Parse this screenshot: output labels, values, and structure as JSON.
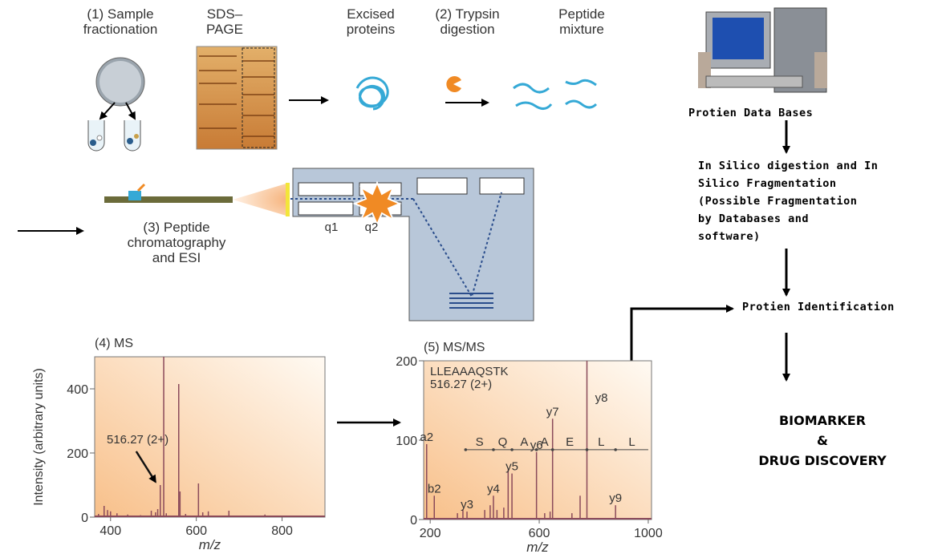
{
  "steps": {
    "sample_fractionation": [
      "(1) Sample",
      "fractionation"
    ],
    "sds_page": [
      "SDS–",
      "PAGE"
    ],
    "excised_proteins": [
      "Excised",
      "proteins"
    ],
    "trypsin_digestion": [
      "(2) Trypsin",
      "digestion"
    ],
    "peptide_mixture": [
      "Peptide",
      "mixture"
    ],
    "chromatography": [
      "(3) Peptide",
      "chromatography",
      "and ESI"
    ],
    "q1": "q1",
    "q2": "q2"
  },
  "right_flow": {
    "databases": "Protien Data Bases",
    "in_silico": [
      "In Silico digestion and In",
      "Silico Fragmentation",
      "(Possible Fragmentation",
      "by Databases and",
      "software)"
    ],
    "identification": "Protien Identification",
    "outcome": [
      "BIOMARKER",
      "&",
      "DRUG DISCOVERY"
    ]
  },
  "colors": {
    "plot_bg_start": "#f9c58e",
    "plot_bg_end": "#fff8ef",
    "peak": "#8a4a5a",
    "protein": "#35a9d6",
    "enzyme": "#f08a24",
    "gel": "#c98a3d",
    "instrument": "#b8c7d9"
  },
  "chart_data": [
    {
      "type": "bar",
      "title": "(4) MS",
      "xlabel": "m/z",
      "ylabel": "Intensity (arbitrary units)",
      "xlim": [
        363,
        900
      ],
      "ylim": [
        0,
        500
      ],
      "xticks": [
        400,
        600,
        800
      ],
      "yticks": [
        0,
        200,
        400
      ],
      "annotation": "516.27 (2+)",
      "annotation_x": 516,
      "peaks": [
        [
          372,
          10
        ],
        [
          385,
          35
        ],
        [
          393,
          22
        ],
        [
          400,
          18
        ],
        [
          415,
          12
        ],
        [
          440,
          8
        ],
        [
          470,
          6
        ],
        [
          495,
          20
        ],
        [
          505,
          15
        ],
        [
          510,
          25
        ],
        [
          516,
          100
        ],
        [
          524,
          500
        ],
        [
          530,
          12
        ],
        [
          559,
          415
        ],
        [
          562,
          80
        ],
        [
          575,
          10
        ],
        [
          605,
          105
        ],
        [
          615,
          15
        ],
        [
          628,
          18
        ],
        [
          676,
          20
        ],
        [
          760,
          8
        ]
      ]
    },
    {
      "type": "bar",
      "title": "(5) MS/MS",
      "xlabel": "m/z",
      "ylabel": "",
      "xlim": [
        176,
        1012
      ],
      "ylim": [
        0,
        200
      ],
      "xticks": [
        200,
        600,
        1000
      ],
      "yticks": [
        0,
        100,
        200
      ],
      "header": [
        "LLEAAAQSTK",
        "516.27 (2+)"
      ],
      "sequence_ladder": [
        "S",
        "Q",
        "A",
        "A",
        "E",
        "L",
        "L"
      ],
      "peaks": [
        [
          187,
          95,
          "a2"
        ],
        [
          215,
          30,
          "b2"
        ],
        [
          300,
          8,
          ""
        ],
        [
          320,
          12,
          ""
        ],
        [
          335,
          10,
          "y3"
        ],
        [
          400,
          12,
          ""
        ],
        [
          420,
          18,
          ""
        ],
        [
          432,
          30,
          "y4"
        ],
        [
          445,
          12,
          ""
        ],
        [
          470,
          15,
          ""
        ],
        [
          486,
          63,
          ""
        ],
        [
          500,
          58,
          "y5"
        ],
        [
          590,
          85,
          "y6"
        ],
        [
          620,
          8,
          ""
        ],
        [
          640,
          10,
          ""
        ],
        [
          649,
          127,
          "y7"
        ],
        [
          720,
          8,
          ""
        ],
        [
          750,
          30,
          ""
        ],
        [
          775,
          200,
          "y8"
        ],
        [
          880,
          18,
          "y9"
        ]
      ]
    }
  ]
}
